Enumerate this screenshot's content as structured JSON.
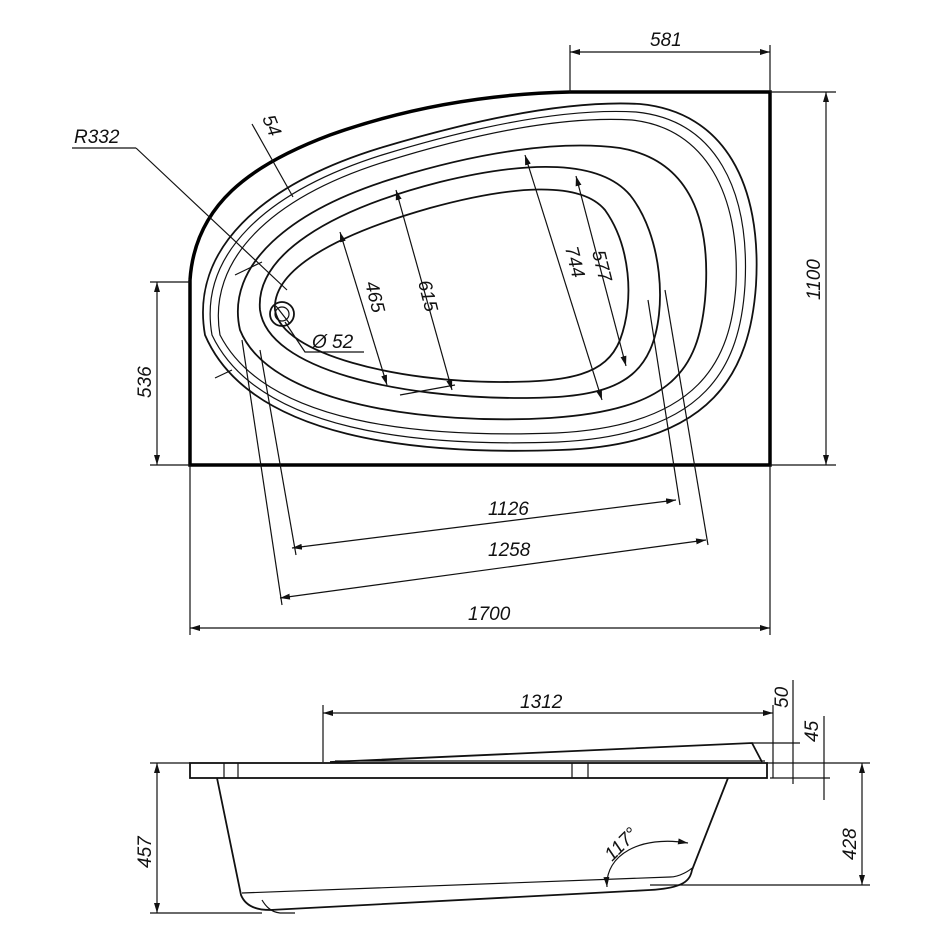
{
  "top_view": {
    "dimensions": {
      "width_total": "1700",
      "depth_total": "1100",
      "straight_top": "581",
      "straight_left": "536",
      "radius": "R332",
      "rim_width": "54",
      "drain": "Ø 52",
      "length_inner": "1126",
      "length_outer": "1258",
      "width_465": "465",
      "width_615": "615",
      "width_744": "744",
      "width_577": "577"
    }
  },
  "side_view": {
    "dimensions": {
      "length_top": "1312",
      "offset_50": "50",
      "offset_45": "45",
      "height_total": "457",
      "height_body": "428",
      "angle": "117°"
    }
  },
  "colors": {
    "line": "#111111",
    "background": "#ffffff"
  }
}
